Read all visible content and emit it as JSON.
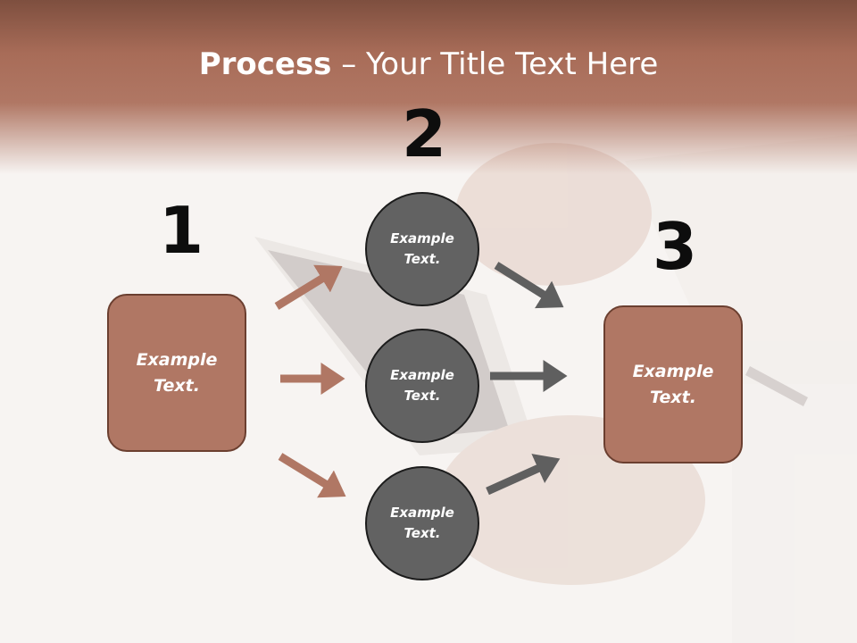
{
  "title": {
    "bold": "Process",
    "rest": " – Your Title Text Here"
  },
  "steps": [
    {
      "number": "1"
    },
    {
      "number": "2"
    },
    {
      "number": "3"
    }
  ],
  "left_box": {
    "text": "Example\nText."
  },
  "right_box": {
    "text": "Example\nText."
  },
  "circles": [
    {
      "text": "Example\nText."
    },
    {
      "text": "Example\nText."
    },
    {
      "text": "Example\nText."
    }
  ],
  "colors": {
    "accent": "#b07764",
    "header": "#a86c58",
    "circle": "#626262",
    "arrow_left": "#b07764",
    "arrow_right": "#5f5f5f"
  }
}
